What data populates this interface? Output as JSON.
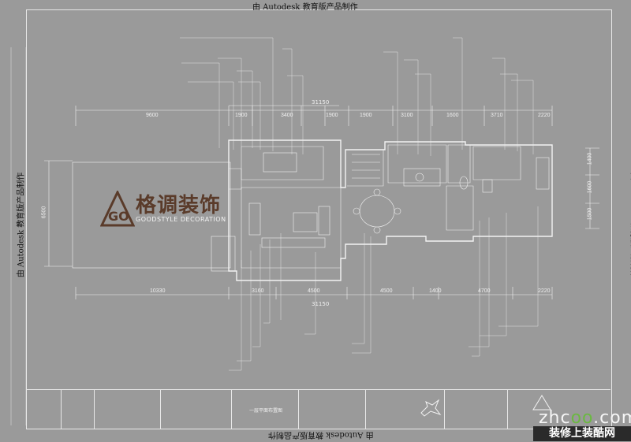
{
  "watermark": "由 Autodesk 教育版产品制作",
  "dimensions": {
    "top_segments": [
      "9600",
      "1900",
      "3400",
      "1900",
      "1900",
      "3100",
      "1600",
      "3710",
      "2220"
    ],
    "top_total": "31150",
    "bottom_segments": [
      "10330",
      "3160",
      "4500",
      "4500",
      "1400",
      "4700",
      "2220"
    ],
    "bottom_total": "31150",
    "right_segments": [
      "1400",
      "1600",
      "1500"
    ],
    "left_total": "6500"
  },
  "logo": {
    "chinese": "格调装饰",
    "english": "GOODSTYLE DECORATION"
  },
  "title_block": {
    "drawing_name": "一层平面布置图"
  },
  "site": {
    "brand_a": "zhc",
    "brand_b": "oo",
    "brand_c": ".com",
    "tagline": "装修上装酷网"
  },
  "colors": {
    "background": "#9a9a9a",
    "lines": "#f0f0f0",
    "logo": "#5a3b2a"
  }
}
